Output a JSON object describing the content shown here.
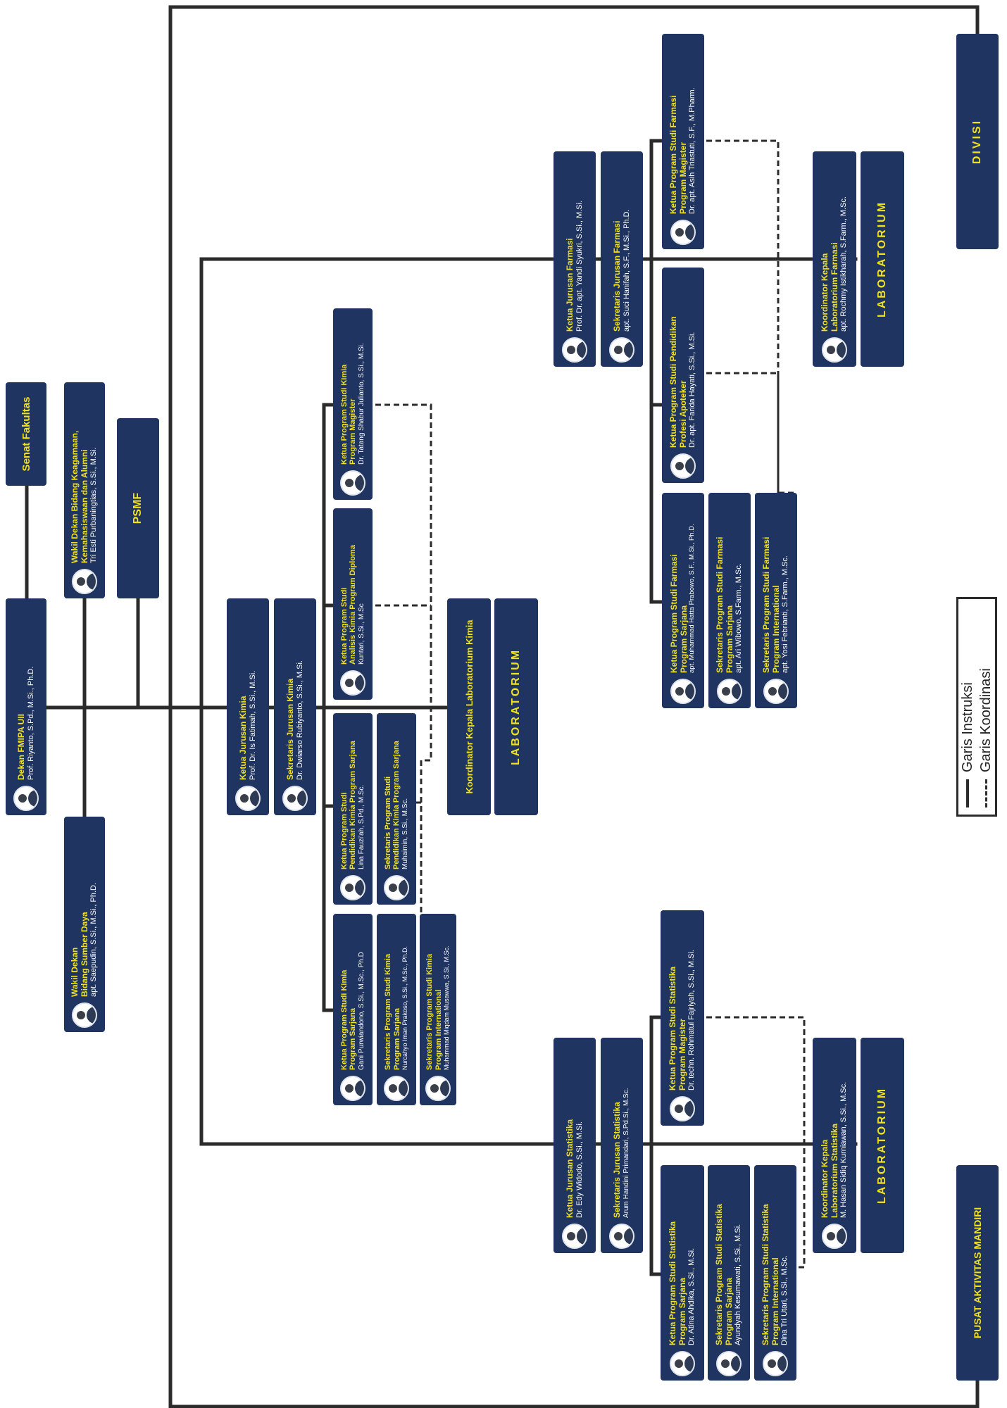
{
  "dekan": {
    "title": "Dekan FMIPA UII",
    "name": "Prof. Riyanto, S.Pd., M.Si., Ph.D."
  },
  "senat": {
    "label": "Senat Fakultas"
  },
  "wd_keagamaan": {
    "title1": "Wakil Dekan Bidang Keagamaan,",
    "title2": "Kemahasiswaan dan Alumni",
    "name": "Tri Esti Purbaningtias, S.Si., M.Si."
  },
  "psmf": {
    "label": "PSMF"
  },
  "wd_sumberdaya": {
    "title1": "Wakil Dekan",
    "title2": "Bidang Sumber Daya",
    "name": "apt. Saepudin, S.Si., M.Si., Ph.D."
  },
  "kimia": {
    "ketua": {
      "title": "Ketua Jurusan Kimia",
      "name": "Prof. Dr. Is Fatimah, S.Si., M.Si."
    },
    "sekretaris": {
      "title": "Sekretaris Jurusan Kimia",
      "name": "Dr. Dwiarso Rubiyanto, S.Si., M.Si."
    },
    "kps_magister": {
      "title1": "Ketua Program Studi Kimia",
      "title2": "Program Magister",
      "name": "Dr. Tatang Shabur Julianto, S.Si., M.Si."
    },
    "kps_diploma": {
      "title1": "Ketua Program Studi",
      "title2": "Analisis Kimia Program Diploma",
      "name": "Kuntari, S.Si., M.Sc"
    },
    "kps_pendidikan": {
      "title1": "Ketua Program Studi",
      "title2": "Pendidikan Kimia Program Sarjana",
      "name": "Lina Fauzi'ah, S.Pd., M.Sc."
    },
    "sps_pendidikan": {
      "title1": "Sekretaris Program Studi",
      "title2": "Pendidikan Kimia Program Sarjana",
      "name": "Muhaimin, S.Si., M.Sc."
    },
    "kps_sarjana": {
      "title1": "Ketua Program Studi Kimia",
      "title2": "Program Sarjana",
      "name": "Gani Purwiandono, S.Si., M.Sc., Ph.D"
    },
    "sps_sarjana": {
      "title1": "Sekretaris Program Studi Kimia",
      "title2": "Program Sarjana",
      "name": "Nurcahyo Iman Prakoso, S.Si., M.Sc., Ph.D."
    },
    "sps_international": {
      "title1": "Sekretaris Program Studi Kimia",
      "title2": "Program International",
      "name": "Muhammad Miqdam Musawwa, S.Si., M.Sc."
    },
    "koord_lab": {
      "title": "Koordinator Kepala Laboratorium Kimia"
    },
    "lab": {
      "label": "LABORATORIUM"
    }
  },
  "farmasi": {
    "ketua": {
      "title": "Ketua Jurusan Farmasi",
      "name": "Prof. Dr. apt. Yandi Syukri, S.Si., M.Si."
    },
    "sekretaris": {
      "title": "Sekretaris Jurusan Farmasi",
      "name": "apt. Suci Hanifah, S.F., M.Si., Ph.D."
    },
    "kps_magister": {
      "title1": "Ketua Program Studi Farmasi",
      "title2": "Program Magister",
      "name": "Dr. apt. Asih Triastuti, S.F., M.Pharm."
    },
    "kps_apoteker": {
      "title1": "Ketua Program Studi Pendidikan",
      "title2": "Profesi Apoteker",
      "name": "Dr. apt. Farida Hayati, S.Si., M.Si."
    },
    "kps_sarjana": {
      "title1": "Ketua Program Studi Farmasi",
      "title2": "Program Sarjana",
      "name": "apt. Muhammad Hatta Prabowo, S.F., M.Si., Ph.D."
    },
    "sps_sarjana": {
      "title1": "Sekretaris Program Studi Farmasi",
      "title2": "Program Sarjana",
      "name": "apt. Ari Wibowo, S.Farm., M.Sc."
    },
    "sps_international": {
      "title1": "Sekretaris Program Studi Farmasi",
      "title2": "Program International",
      "name": "apt. Yosi Febrianti, S.Farm., M.Sc."
    },
    "koord_lab": {
      "title1": "Koordinator Kepala",
      "title2": "Laboratorium Farmasi",
      "name": "apt. Rochmy Istikharah, S.Farm., M.Sc."
    },
    "lab": {
      "label": "LABORATORIUM"
    }
  },
  "statistika": {
    "ketua": {
      "title": "Ketua Jurusan Statistika",
      "name": "Dr. Edy Widodo, S.Si., M.Si."
    },
    "sekretaris": {
      "title": "Sekretaris Jurusan Statistika",
      "name": "Arum Handini Primandari, S.Pd.Si., M.Sc."
    },
    "kps_magister": {
      "title1": "Ketua Program Studi Statistika",
      "title2": "Program Magister",
      "name": "Dr. techn. Rohmatul Fajriyah, S.Si., M.Si."
    },
    "kps_sarjana": {
      "title1": "Ketua Program Studi Statistika",
      "title2": "Program Sarjana",
      "name": "Dr. Atina Ahdika, S.Si., M.Si."
    },
    "sps_sarjana": {
      "title1": "Sekretaris Program Studi Statistika",
      "title2": "Program Sarjana",
      "name": "Ayundyah Kesumawati, S.Si., M.Si."
    },
    "sps_international": {
      "title1": "Sekretaris Program Studi Statistika",
      "title2": "Program International",
      "name": "Dina Tri Utari, S.Si., M.Sc."
    },
    "koord_lab": {
      "title1": "Koordinator Kepala",
      "title2": "Laboratorium Statistika",
      "name": "M. Hasan Sidiq Kurniawan, S.Si., M.Sc."
    },
    "lab": {
      "label": "LABORATORIUM"
    }
  },
  "divisi": {
    "label": "DIVISI"
  },
  "pusat": {
    "label": "PUSAT AKTIVITAS MANDIRI"
  },
  "legend": {
    "instruksi": "Garis Instruksi",
    "koordinasi": "Garis Koordinasi"
  },
  "colors": {
    "box": "#1f3460",
    "title": "#f2e21c",
    "text": "#ffffff",
    "line": "#2b2b2b"
  }
}
